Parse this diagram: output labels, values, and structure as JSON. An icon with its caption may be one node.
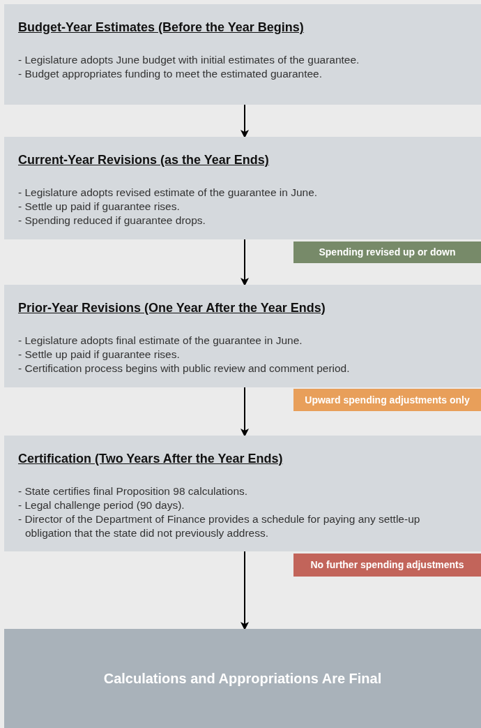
{
  "diagram": {
    "nodes": [
      {
        "text": [
          "Budget-Year Estimates (Before the Year Begins)",
          "- Legislature adopts June budget with initial estimates of the guarantee.",
          "- Budget appropriates funding to meet the estimated guarantee."
        ]
      },
      {
        "text": [
          "Current-Year Revisions (as the Year Ends)",
          "- Legislature adopts revised estimate of the guarantee in June.",
          "- Settle up paid if guarantee rises.",
          "- Spending reduced if guarantee drops."
        ]
      },
      {
        "text": [
          "Spending revised up or down"
        ]
      },
      {
        "text": [
          "Prior-Year Revisions (One Year After the Year Ends)",
          "- Legislature adopts final estimate of the guarantee in June.",
          "- Settle up paid if guarantee rises.",
          "- Certification process begins with public review and comment period."
        ]
      },
      {
        "text": [
          "Upward spending adjustments only"
        ]
      },
      {
        "text": [
          "Certification (Two Years After the Year Ends)",
          "- State certifies final Proposition 98 calculations.",
          "- Legal challenge period (90 days).",
          "- Director of the Department of Finance provides a schedule for paying any settle-up obligation that the state did not previously address."
        ]
      },
      {
        "text": [
          "No further spending adjustments"
        ]
      },
      {
        "text": [
          "Calculations and Appropriations Are Final"
        ]
      }
    ],
    "edges": [
      {
        "from": 0,
        "to": 1,
        "arrow": "to"
      },
      {
        "from": 1,
        "to": 3,
        "arrow": "to"
      },
      {
        "from": 3,
        "to": 5,
        "arrow": "to"
      },
      {
        "from": 5,
        "to": 7,
        "arrow": "to"
      }
    ]
  }
}
